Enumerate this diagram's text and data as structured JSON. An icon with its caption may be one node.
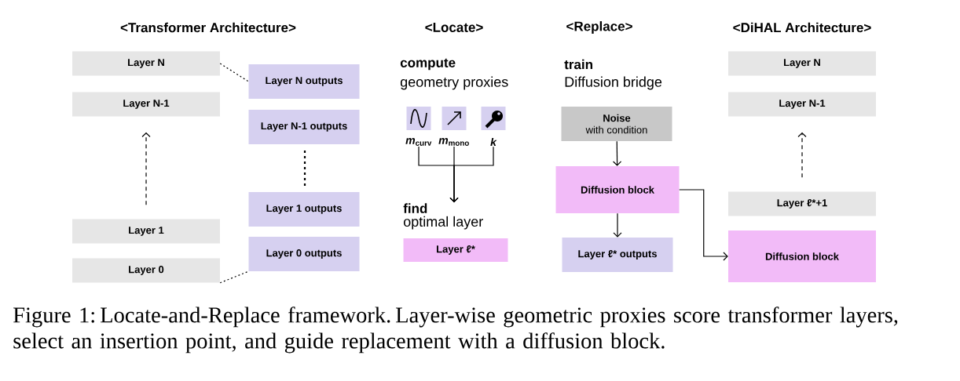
{
  "diagram": {
    "caption": "Figure 1: Locate-and-Replace framework. Layer-wise geometric proxies score transformer layers, select an insertion point, and guide replacement with a diffusion block.",
    "nodes": [
      {
        "text": [
          "Layer N"
        ]
      },
      {
        "text": [
          "Layer N-1"
        ]
      },
      {
        "text": [
          "Layer 1"
        ]
      },
      {
        "text": [
          "Layer 0"
        ]
      },
      {
        "text": [
          "Layer N outputs"
        ]
      },
      {
        "text": [
          "Layer N-1 outputs"
        ]
      },
      {
        "text": [
          "Layer 1 outputs"
        ]
      },
      {
        "text": [
          "Layer 0 outputs"
        ]
      },
      {
        "text": [
          "*m*$_{curv}$"
        ]
      },
      {
        "text": [
          "*m*$_{mono}$"
        ]
      },
      {
        "text": [
          "k"
        ]
      },
      {
        "text": [
          "find",
          "optimal layer"
        ]
      },
      {
        "text": [
          "Layer ℓ*"
        ]
      },
      {
        "text": [
          "Noise",
          "with condition"
        ]
      },
      {
        "text": [
          "Diffusion block"
        ]
      },
      {
        "text": [
          "Layer ℓ* outputs"
        ]
      },
      {
        "text": [
          "Layer N"
        ]
      },
      {
        "text": [
          "Layer N-1"
        ]
      },
      {
        "text": [
          "Layer ℓ*+1"
        ]
      },
      {
        "text": [
          "Diffusion block"
        ]
      }
    ],
    "edges": [
      {
        "from": 0,
        "to": 4,
        "arrow": "none",
        "style": "dashed"
      },
      {
        "from": 3,
        "to": 7,
        "arrow": "none",
        "style": "dashed"
      },
      {
        "from": 2,
        "to": 1,
        "arrow": "to",
        "style": "dashed"
      },
      {
        "from": 8,
        "to": 11,
        "arrow": "to"
      },
      {
        "from": 9,
        "to": 11,
        "arrow": "to"
      },
      {
        "from": 10,
        "to": 11,
        "arrow": "to"
      },
      {
        "from": 13,
        "to": 14,
        "arrow": "to"
      },
      {
        "from": 14,
        "to": 15,
        "arrow": "to"
      },
      {
        "from": 14,
        "to": 19,
        "arrow": "to"
      },
      {
        "from": 18,
        "to": 17,
        "arrow": "to",
        "style": "dashed"
      }
    ],
    "labels": [
      "<Transformer Architecture>",
      "<Locate>",
      "<Replace>",
      "<DiHAL Architecture>",
      "compute",
      "geometry proxies",
      "train",
      "Diffusion bridge"
    ]
  }
}
